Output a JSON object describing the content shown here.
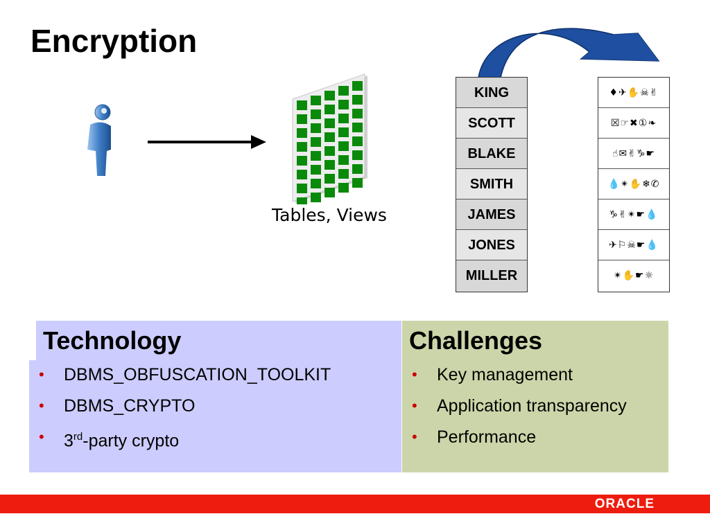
{
  "slide": {
    "title": "Encryption"
  },
  "diagram": {
    "tables_label": "Tables, Views",
    "names": [
      "KING",
      "SCOTT",
      "BLAKE",
      "SMITH",
      "JAMES",
      "JONES",
      "MILLER"
    ],
    "encrypted": [
      "♦✈✋☠✌",
      "☒☞✖①❧",
      "☝✉✌♑☛",
      "💧✴✋❄✆",
      "♑✌✴☛💧",
      "✈⚐☠☛💧",
      "✴✋☛☼"
    ]
  },
  "technology": {
    "title": "Technology",
    "items": [
      "DBMS_OBFUSCATION_TOOLKIT",
      "DBMS_CRYPTO"
    ],
    "third_party": {
      "base": "3",
      "sup": "rd",
      "rest": "-party crypto"
    }
  },
  "challenges": {
    "title": "Challenges",
    "items": [
      "Key management",
      "Application transparency",
      "Performance"
    ]
  },
  "bullet_char": "•",
  "footer": {
    "logo": "ORACLE"
  },
  "colors": {
    "technology_bg": "#ccccff",
    "challenges_bg": "#ccd5a9",
    "footer_red": "#ee1c0e",
    "bullet_red": "#cc0000",
    "curve_blue": "#1e4fa0"
  }
}
